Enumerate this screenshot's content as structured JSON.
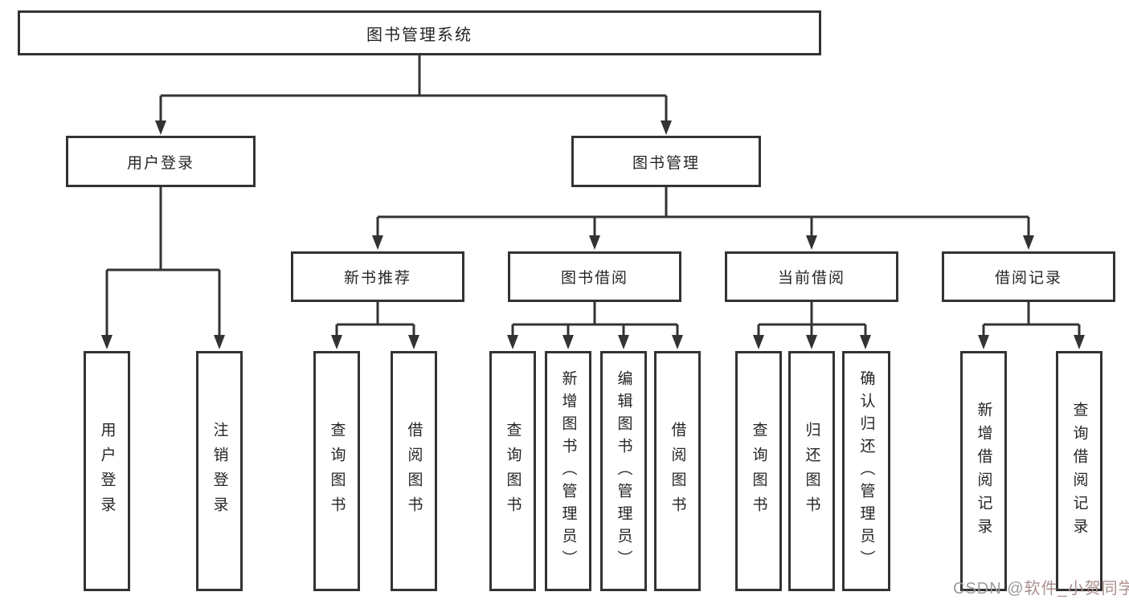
{
  "diagram": {
    "title": "图书管理系统",
    "colors": {
      "line": "#333333",
      "box_border": "#333333",
      "text": "#262626",
      "background": "#ffffff",
      "watermark": "#9b9b9b"
    },
    "nodes": {
      "root": {
        "label": "图书管理系统"
      },
      "user_login": {
        "label": "用户登录",
        "children": [
          {
            "label": "用户登录"
          },
          {
            "label": "注销登录"
          }
        ]
      },
      "book_mgmt": {
        "label": "图书管理",
        "children": [
          {
            "label": "新书推荐",
            "children": [
              {
                "label": "查询图书"
              },
              {
                "label": "借阅图书"
              }
            ]
          },
          {
            "label": "图书借阅",
            "children": [
              {
                "label": "查询图书"
              },
              {
                "label": "新增图书（管理员）"
              },
              {
                "label": "编辑图书（管理员）"
              },
              {
                "label": "借阅图书"
              }
            ]
          },
          {
            "label": "当前借阅",
            "children": [
              {
                "label": "查询图书"
              },
              {
                "label": "归还图书"
              },
              {
                "label": "确认归还（管理员）"
              }
            ]
          },
          {
            "label": "借阅记录",
            "children": [
              {
                "label": "新增借阅记录"
              },
              {
                "label": "查询借阅记录"
              }
            ]
          }
        ]
      }
    },
    "watermark": {
      "prefix": "CSDN @",
      "handle": "软件_小贺同学"
    }
  }
}
